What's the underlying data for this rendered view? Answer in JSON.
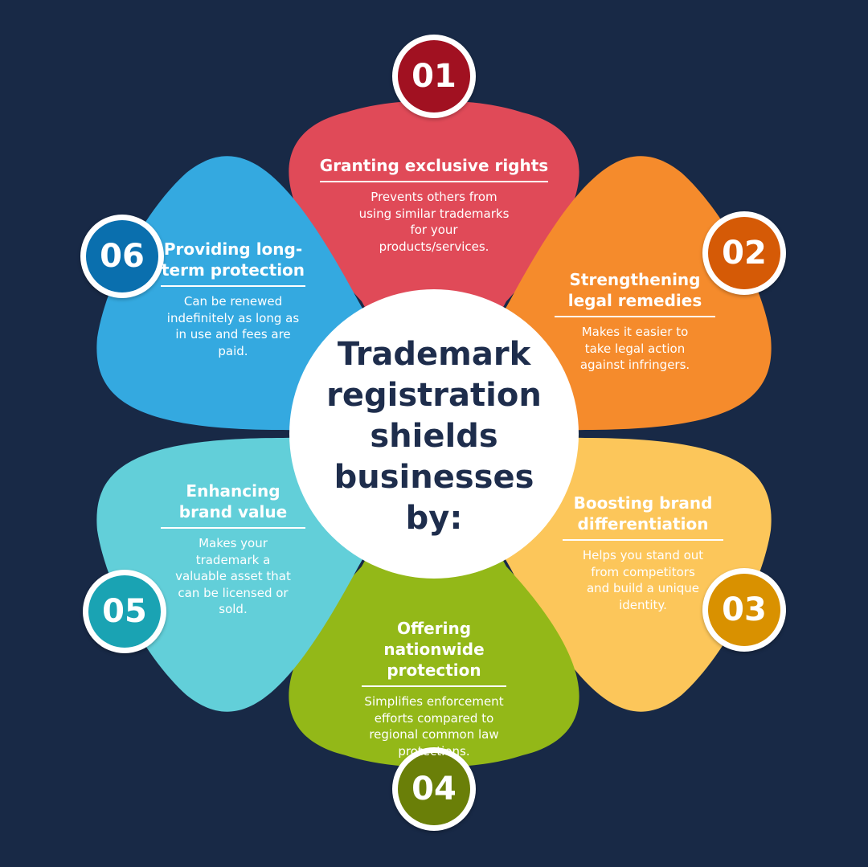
{
  "colors": {
    "background": "#182946",
    "center_fill": "#ffffff",
    "center_text": "#1e2d4c"
  },
  "center": {
    "title": "Trademark registration shields businesses by:"
  },
  "items": [
    {
      "number": "01",
      "title": "Granting exclusive rights",
      "description": "Prevents others from using similar trademarks for your products/services.",
      "petal_color": "#e04a58",
      "badge_color": "#a11121"
    },
    {
      "number": "02",
      "title": "Strengthening legal remedies",
      "description": "Makes it easier to take legal action against infringers.",
      "petal_color": "#f58b2c",
      "badge_color": "#d55a06"
    },
    {
      "number": "03",
      "title": "Boosting brand differentiation",
      "description": "Helps you stand out from competitors and build a unique identity.",
      "petal_color": "#fcc65a",
      "badge_color": "#d99100"
    },
    {
      "number": "04",
      "title": "Offering nationwide protection",
      "description": "Simplifies enforcement efforts compared to regional common law protections.",
      "petal_color": "#93b818",
      "badge_color": "#6a7f08"
    },
    {
      "number": "05",
      "title": "Enhancing brand value",
      "description": "Makes your trademark a valuable asset that can be licensed or sold.",
      "petal_color": "#62cfd9",
      "badge_color": "#1aa3b3"
    },
    {
      "number": "06",
      "title": "Providing long-term protection",
      "description": "Can be renewed indefinitely as long as in use and fees are paid.",
      "petal_color": "#34a9e0",
      "badge_color": "#0a6fae"
    }
  ]
}
